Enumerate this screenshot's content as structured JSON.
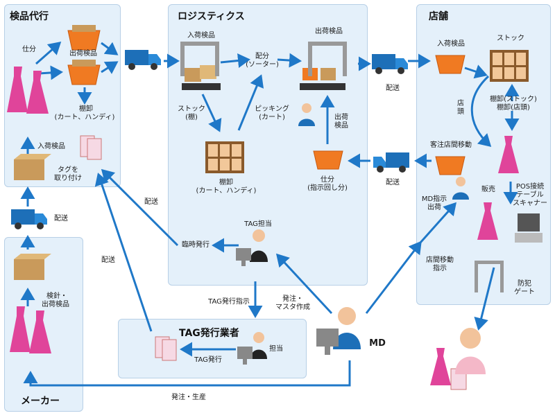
{
  "panels": {
    "inspection": "検品代行",
    "logistics": "ロジスティクス",
    "store": "店舗",
    "tag_vendor": "TAG発行業者",
    "maker": "メーカー"
  },
  "labels": {
    "shiwake": "仕分",
    "shukka_kenpin_left": "出荷検品",
    "tanaoroshi_left_1": "棚卸",
    "tanaoroshi_left_2": "(カート、ハンディ)",
    "nyuka_kenpin_left": "入荷検品",
    "tag_toritsuke_1": "タグを",
    "tag_toritsuke_2": "取り付け",
    "nyuka_kenpin_log": "入荷検品",
    "haibun_1": "配分",
    "haibun_2": "(ソーター)",
    "shukka_kenpin_log": "出荷検品",
    "stock_tana_1": "ストック",
    "stock_tana_2": "(棚)",
    "picking_1": "ピッキング",
    "picking_2": "(カート)",
    "shukka_kenpin_mid_1": "出荷",
    "shukka_kenpin_mid_2": "検品",
    "tanaoroshi_log_1": "棚卸",
    "tanaoroshi_log_2": "(カート、ハンディ)",
    "shiwake_shiji_1": "仕分",
    "shiwake_shiji_2": "(指示回し分)",
    "rinji_hakko": "臨時発行",
    "tag_tanto": "TAG担当",
    "tag_hakko_shiji": "TAG発行指示",
    "hacchu_master_1": "発注・",
    "hacchu_master_2": "マスタ作成",
    "tag_hakko": "TAG発行",
    "tanto": "担当",
    "md": "MD",
    "haisou_1": "配送",
    "haisou_2": "配送",
    "haisou_3": "配送",
    "haisou_4": "配送",
    "haisou_5": "配送",
    "nyuka_kenpin_store": "入荷検品",
    "stock_store": "ストック",
    "tento_1": "店",
    "tento_2": "頭",
    "tana_stock_1": "棚卸(ストック)",
    "tana_stock_2": "棚卸(店頭)",
    "kyakuchu": "客注店間移動",
    "md_shiji_1": "MD指示",
    "md_shiji_2": "出荷",
    "hanbai": "販売",
    "pos_1": "POS接続",
    "pos_2": "テーブル",
    "pos_3": "スキャナー",
    "tenkan_1": "店間移動",
    "tenkan_2": "指示",
    "bouhan_1": "防犯",
    "bouhan_2": "ゲート",
    "kenshin_1": "検針・",
    "kenshin_2": "出荷検品",
    "hacchu_seisan": "発注・生産"
  },
  "colors": {
    "panel_fill": "#e4f0fa",
    "arrow": "#1f78c8",
    "crate": "#f07a22",
    "truck": "#1d6fb8",
    "dress": "#e0449a",
    "box": "#c99a5b"
  },
  "icons": [
    "crate-icon",
    "truck-icon",
    "dress-icon",
    "box-icon",
    "tag-icon",
    "gate-icon",
    "shelf-icon",
    "person-icon",
    "computer-icon",
    "pos-terminal-icon"
  ]
}
